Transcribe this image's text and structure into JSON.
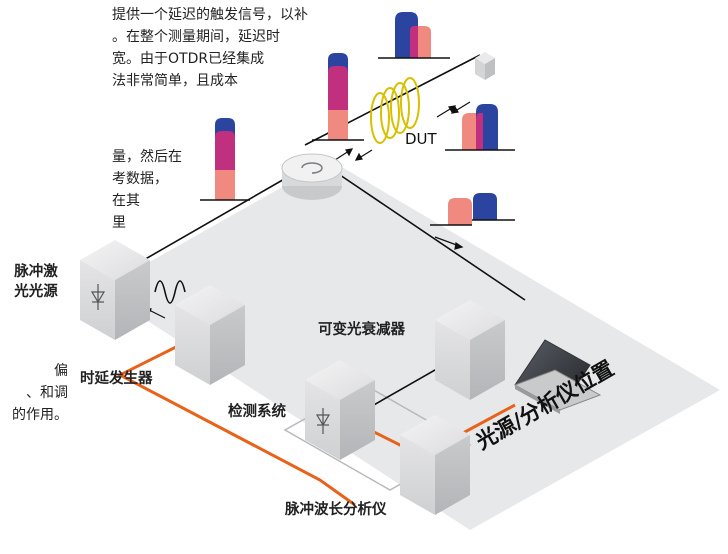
{
  "paragraph_top": [
    "提供一个延迟的触发信号，以补",
    "。在整个测量期间，延迟时",
    "宽。由于OTDR已经集成",
    "法非常简单，且成本"
  ],
  "paragraph_mid": [
    "量，然后在",
    "考数据，",
    "在其",
    "里"
  ],
  "paragraph_left": [
    "偏",
    "、和调",
    "的作用。"
  ],
  "labels": {
    "pulse_laser": [
      "脉冲激",
      "光光源"
    ],
    "delay_generator": "时延发生器",
    "variable_attenuator": "可变光衰减器",
    "detection_system": "检测系统",
    "wavelength_analyzer": "脉冲波长分析仪",
    "dut": "DUT",
    "source_analyzer_position": "光源/分析仪位置"
  },
  "colors": {
    "pulse_blue": "#2a44a0",
    "pulse_magenta": "#c0307f",
    "pulse_salmon": "#f08a80",
    "fiber_orange": "#e8621a",
    "coil_yellow": "#d8c000",
    "platform": "#e7e8ea"
  }
}
